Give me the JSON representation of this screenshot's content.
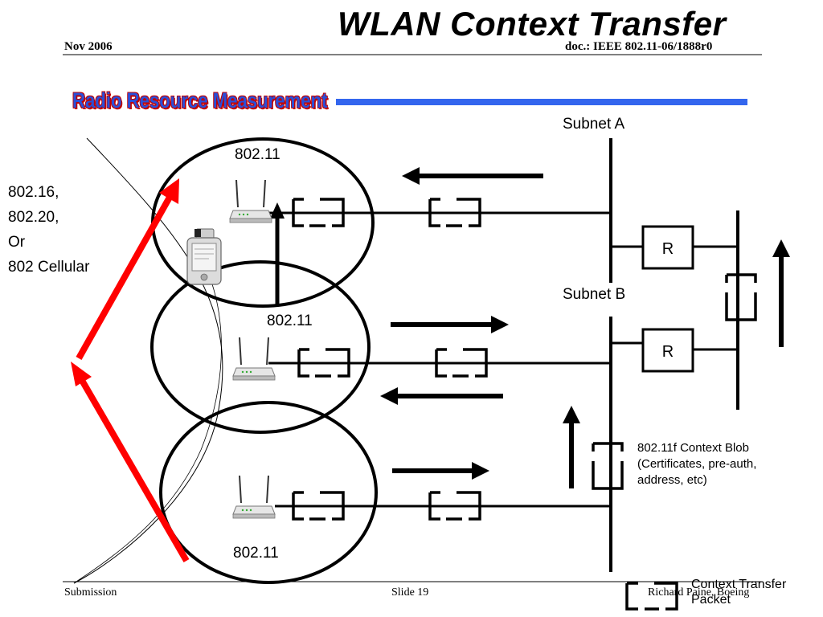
{
  "header": {
    "date": "Nov 2006",
    "doc_id": "doc.: IEEE 802.11-06/1888r0",
    "title": "WLAN Context Transfer",
    "section_banner": "Radio Resource Measurement"
  },
  "diagram": {
    "cells": [
      {
        "label": "802.11"
      },
      {
        "label": "802.11"
      },
      {
        "label": "802.11"
      }
    ],
    "subnets": [
      {
        "label": "Subnet A"
      },
      {
        "label": "Subnet B"
      }
    ],
    "routers": [
      {
        "label": "R"
      },
      {
        "label": "R"
      }
    ],
    "other_networks": [
      "802.16,",
      "802.20,",
      "Or",
      "802 Cellular"
    ],
    "context_blob_note": "802.11f Context Blob (Certificates, pre-auth, address, etc)",
    "legend": {
      "label_line1": "Context Transfer",
      "label_line2": "Packet"
    },
    "colors": {
      "handoff_arrow": "#ff0000",
      "banner_line": "#3366ee",
      "lines": "#000000"
    }
  },
  "footer": {
    "left": "Submission",
    "center": "Slide 19",
    "right": "Richard Paine, Boeing"
  }
}
